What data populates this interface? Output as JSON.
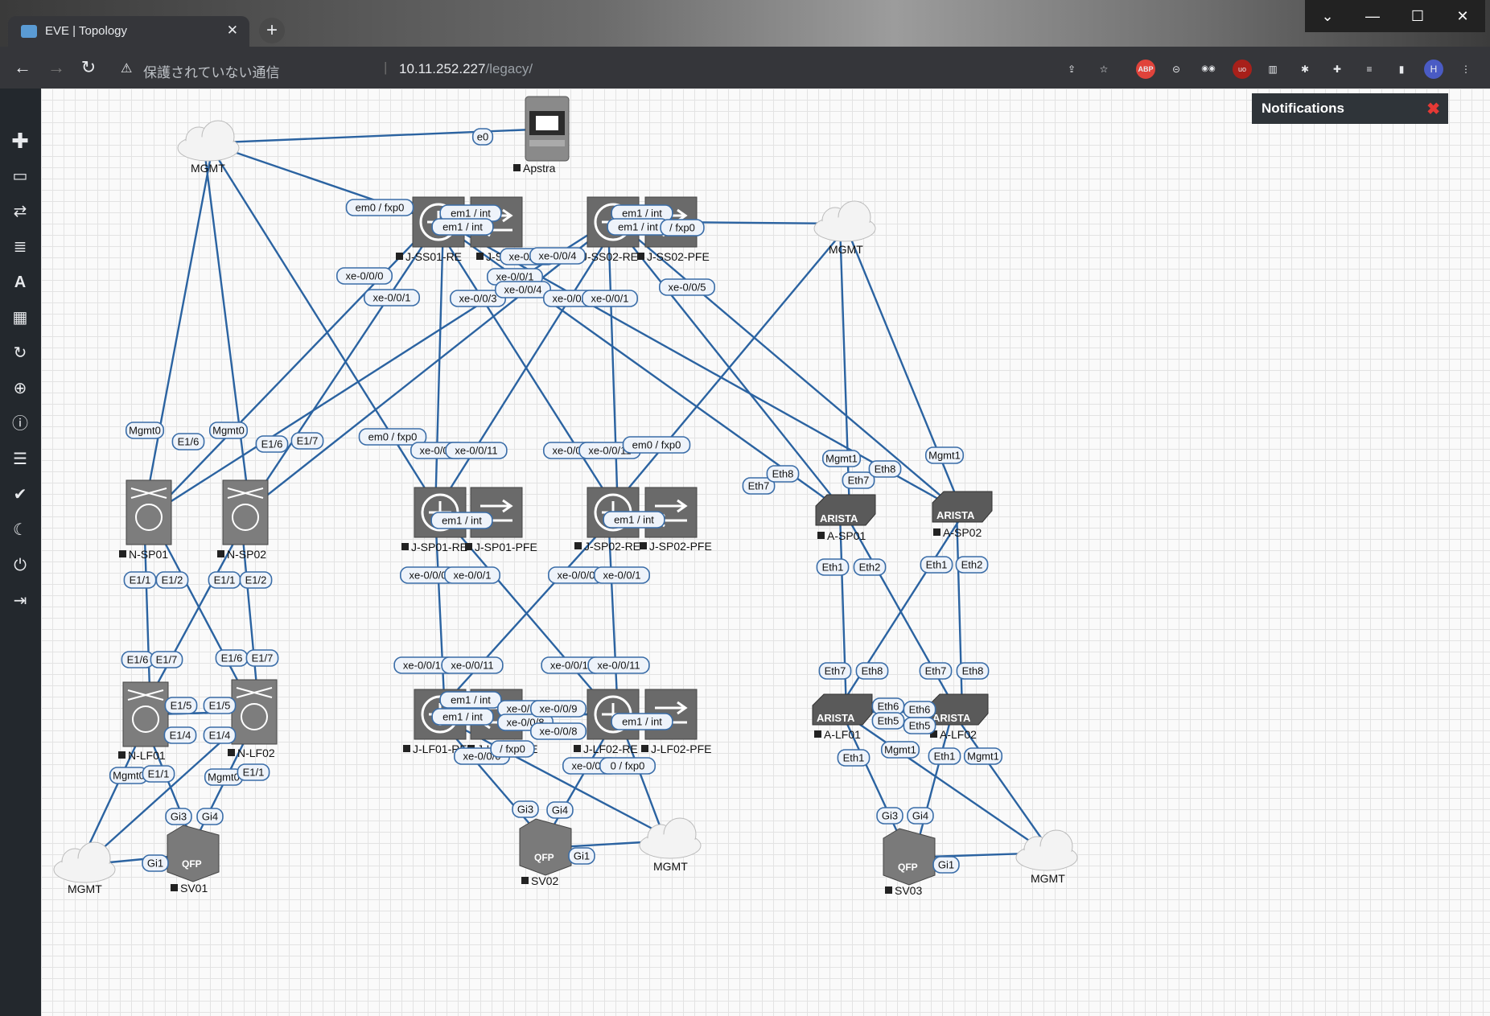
{
  "browser": {
    "tab_title": "EVE | Topology",
    "new_tab": "+",
    "tab_close": "✕",
    "security_label": "保護されていない通信",
    "url_host": "10.11.252.227",
    "url_path": "/legacy/",
    "window_controls": [
      "chevron-down",
      "minimize",
      "maximize",
      "close"
    ]
  },
  "sidebar": {
    "items": [
      "add-object",
      "nodes",
      "networks",
      "startup-configs",
      "text-object",
      "status",
      "refresh",
      "zoom",
      "lab-details",
      "node-list",
      "check",
      "dark-mode",
      "power",
      "logout"
    ]
  },
  "notifications": {
    "title": "Notifications"
  },
  "topology": {
    "nodes": [
      {
        "id": "apstra",
        "name": "Apstra"
      },
      {
        "id": "mgmt-top",
        "name": "MGMT"
      },
      {
        "id": "mgmt-right",
        "name": "MGMT"
      },
      {
        "id": "mgmt-bl",
        "name": "MGMT"
      },
      {
        "id": "mgmt-bm",
        "name": "MGMT"
      },
      {
        "id": "mgmt-br",
        "name": "MGMT"
      },
      {
        "id": "jss01re",
        "name": "J-SS01-RE"
      },
      {
        "id": "jss01pfe",
        "name": "J-SS01-PFE"
      },
      {
        "id": "jss02re",
        "name": "J-SS02-RE"
      },
      {
        "id": "jss02pfe",
        "name": "J-SS02-PFE"
      },
      {
        "id": "jsp01re",
        "name": "J-SP01-RE"
      },
      {
        "id": "jsp01pfe",
        "name": "J-SP01-PFE"
      },
      {
        "id": "jsp02re",
        "name": "J-SP02-RE"
      },
      {
        "id": "jsp02pfe",
        "name": "J-SP02-PFE"
      },
      {
        "id": "jlf01re",
        "name": "J-LF01-RE"
      },
      {
        "id": "jlf01pfe",
        "name": "J-LF01-PFE"
      },
      {
        "id": "jlf02re",
        "name": "J-LF02-RE"
      },
      {
        "id": "jlf02pfe",
        "name": "J-LF02-PFE"
      },
      {
        "id": "nsp01",
        "name": "N-SP01"
      },
      {
        "id": "nsp02",
        "name": "N-SP02"
      },
      {
        "id": "nlf01",
        "name": "N-LF01"
      },
      {
        "id": "nlf02",
        "name": "N-LF02"
      },
      {
        "id": "asp01",
        "name": "A-SP01"
      },
      {
        "id": "asp02",
        "name": "A-SP02"
      },
      {
        "id": "alf01",
        "name": "A-LF01"
      },
      {
        "id": "alf02",
        "name": "A-LF02"
      },
      {
        "id": "sv01",
        "name": "SV01"
      },
      {
        "id": "sv02",
        "name": "SV02"
      },
      {
        "id": "sv03",
        "name": "SV03"
      }
    ],
    "links": [
      [
        "mgmt-top",
        "apstra"
      ],
      [
        "mgmt-top",
        "jss01re"
      ],
      [
        "mgmt-top",
        "nsp01"
      ],
      [
        "mgmt-top",
        "nsp02"
      ],
      [
        "mgmt-top",
        "jsp01re"
      ],
      [
        "mgmt-right",
        "jss02pfe"
      ],
      [
        "mgmt-right",
        "asp01"
      ],
      [
        "mgmt-right",
        "asp02"
      ],
      [
        "mgmt-right",
        "jsp02re"
      ],
      [
        "jss01re",
        "nsp01"
      ],
      [
        "jss01re",
        "nsp02"
      ],
      [
        "jss01re",
        "jsp01re"
      ],
      [
        "jss01re",
        "jsp02re"
      ],
      [
        "jss01re",
        "asp01"
      ],
      [
        "jss01re",
        "asp02"
      ],
      [
        "jss02re",
        "nsp01"
      ],
      [
        "jss02re",
        "nsp02"
      ],
      [
        "jss02re",
        "jsp01re"
      ],
      [
        "jss02re",
        "jsp02re"
      ],
      [
        "jss02re",
        "asp01"
      ],
      [
        "jss02re",
        "asp02"
      ],
      [
        "nsp01",
        "nlf01"
      ],
      [
        "nsp01",
        "nlf02"
      ],
      [
        "nsp02",
        "nlf01"
      ],
      [
        "nsp02",
        "nlf02"
      ],
      [
        "nlf01",
        "nlf02"
      ],
      [
        "nlf01",
        "nlf02"
      ],
      [
        "jsp01re",
        "jlf01re"
      ],
      [
        "jsp01re",
        "jlf02re"
      ],
      [
        "jsp02re",
        "jlf01re"
      ],
      [
        "jsp02re",
        "jlf02re"
      ],
      [
        "jlf01re",
        "jlf02re"
      ],
      [
        "jlf01re",
        "jlf02re"
      ],
      [
        "asp01",
        "alf01"
      ],
      [
        "asp01",
        "alf02"
      ],
      [
        "asp02",
        "alf01"
      ],
      [
        "asp02",
        "alf02"
      ],
      [
        "alf01",
        "alf02"
      ],
      [
        "alf01",
        "alf02"
      ],
      [
        "mgmt-bl",
        "nlf01"
      ],
      [
        "mgmt-bl",
        "nlf02"
      ],
      [
        "sv01",
        "nlf01"
      ],
      [
        "sv01",
        "nlf02"
      ],
      [
        "sv01",
        "mgmt-bl"
      ],
      [
        "sv02",
        "jlf01re"
      ],
      [
        "sv02",
        "jlf02re"
      ],
      [
        "sv02",
        "mgmt-bm"
      ],
      [
        "mgmt-bm",
        "jlf01re"
      ],
      [
        "mgmt-bm",
        "jlf02re"
      ],
      [
        "sv03",
        "alf01"
      ],
      [
        "sv03",
        "alf02"
      ],
      [
        "sv03",
        "mgmt-br"
      ],
      [
        "mgmt-br",
        "alf01"
      ],
      [
        "mgmt-br",
        "alf02"
      ]
    ],
    "labels": [
      "e0",
      "em0 / fxp0",
      "em1 / int",
      "em1 / int",
      "em1 / int",
      "em1 / int",
      "/ fxp0",
      "xe-0/0/0",
      "xe-0/0/1",
      "xe-0/0/1",
      "xe-0/0/3",
      "xe-0/0/4",
      "xe-0/0/0",
      "xe-0/0/1",
      "xe-0/0/3",
      "xe-0/0/4",
      "xe-0/0/5",
      "Mgmt0",
      "Mgmt0",
      "E1/6",
      "E1/6",
      "E1/7",
      "em0 / fxp0",
      "xe-0/0/0",
      "xe-0/0/11",
      "xe-0/0/0",
      "xe-0/0/11",
      "em0 / fxp0",
      "Mgmt1",
      "Mgmt1",
      "Eth7",
      "Eth8",
      "Eth7",
      "Eth8",
      "em1 / int",
      "em1 / int",
      "E1/1",
      "E1/2",
      "E1/1",
      "E1/2",
      "xe-0/0/0",
      "xe-0/0/1",
      "xe-0/0/0",
      "xe-0/0/1",
      "Eth1",
      "Eth2",
      "Eth1",
      "Eth2",
      "E1/6",
      "E1/7",
      "E1/6",
      "E1/7",
      "xe-0/0/10",
      "xe-0/0/11",
      "xe-0/0/10",
      "xe-0/0/11",
      "Eth7",
      "Eth8",
      "Eth7",
      "Eth8",
      "E1/5",
      "E1/5",
      "E1/4",
      "E1/4",
      "em1 / int",
      "em1 / int",
      "xe-0/0/9",
      "xe-0/0/8",
      "xe-0/0/9",
      "xe-0/0/8",
      "em1 / int",
      "Eth6",
      "Eth5",
      "Eth6",
      "Eth5",
      "Mgmt0",
      "E1/1",
      "Mgmt0",
      "E1/1",
      "xe-0/0/0",
      "/ fxp0",
      "xe-0/0/0",
      "0 / fxp0",
      "Eth1",
      "Mgmt1",
      "Eth1",
      "Mgmt1",
      "Gi3",
      "Gi4",
      "Gi1",
      "Gi3",
      "Gi4",
      "Gi1",
      "Gi3",
      "Gi4",
      "Gi1"
    ]
  }
}
